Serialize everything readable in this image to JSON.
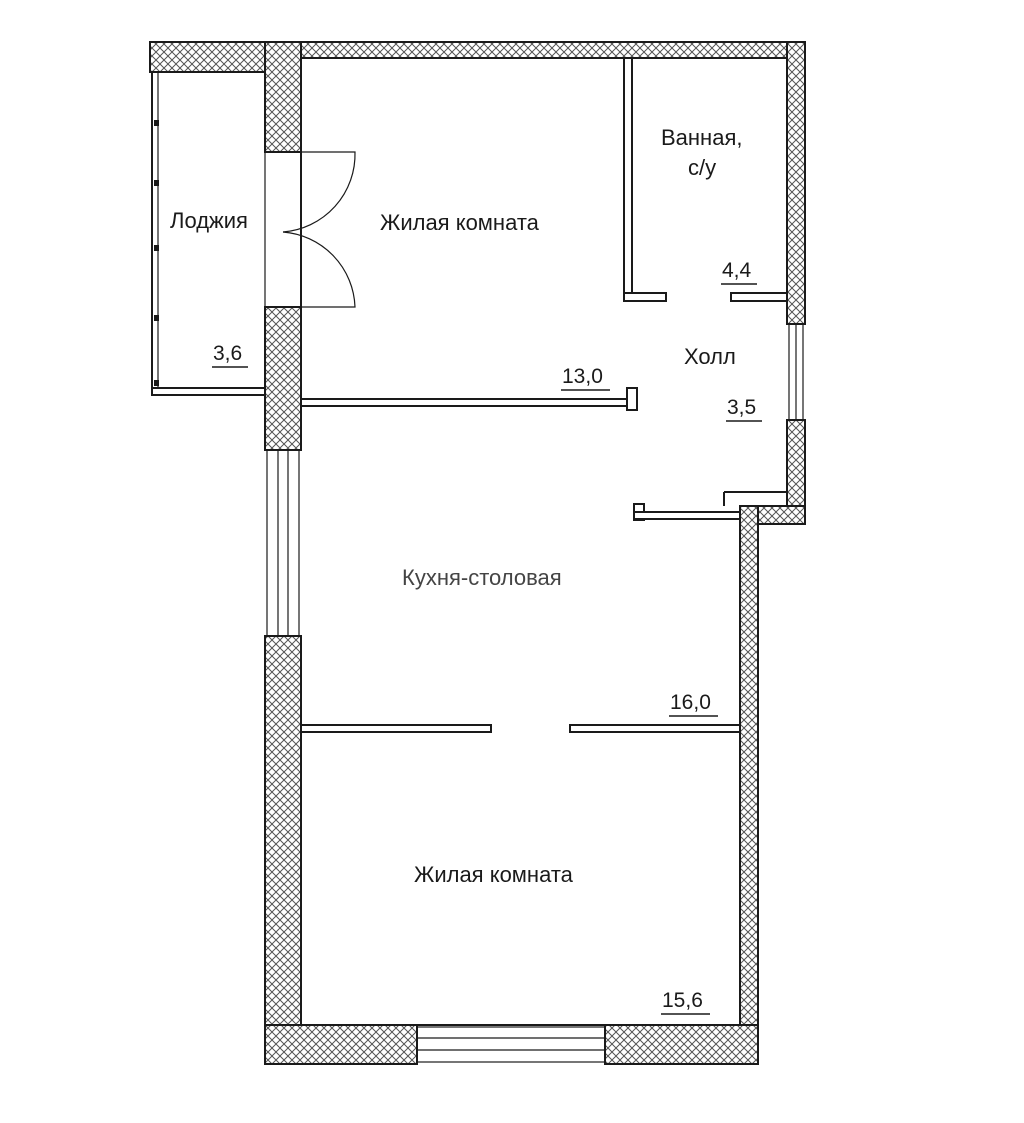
{
  "rooms": {
    "loggia": {
      "name": "Лоджия",
      "area": "3,6"
    },
    "bedroom1": {
      "name": "Жилая комната",
      "area": "13,0"
    },
    "bathroom": {
      "name_line1": "Ванная,",
      "name_line2": "с/у",
      "area": "4,4"
    },
    "hall": {
      "name": "Холл",
      "area": "3,5"
    },
    "kitchen": {
      "name": "Кухня-столовая",
      "area": "16,0"
    },
    "bedroom2": {
      "name": "Жилая комната",
      "area": "15,6"
    }
  },
  "colors": {
    "ink": "#1a1a1a",
    "paper": "#ffffff"
  }
}
